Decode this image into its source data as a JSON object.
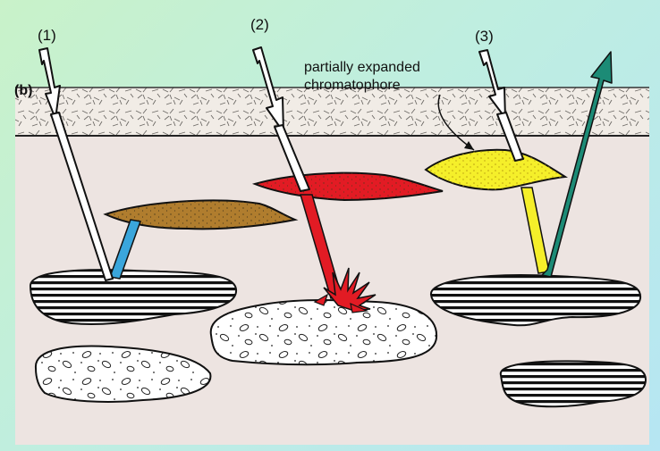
{
  "panel_label": "(b)",
  "arrows": [
    {
      "label": "(1)"
    },
    {
      "label": "(2)"
    },
    {
      "label": "(3)"
    }
  ],
  "annotation": {
    "line1": "partially expanded",
    "line2": "chromatophore"
  },
  "colors": {
    "tissue": "#ede4e1",
    "surface_layer": "#f1ece6",
    "brown_chromatophore": "#b07d2e",
    "red_chromatophore": "#e21b24",
    "yellow_chromatophore": "#f5ef2a",
    "blue_beam": "#3aa6dc",
    "green_reflected_beam": "#1c8b76"
  }
}
